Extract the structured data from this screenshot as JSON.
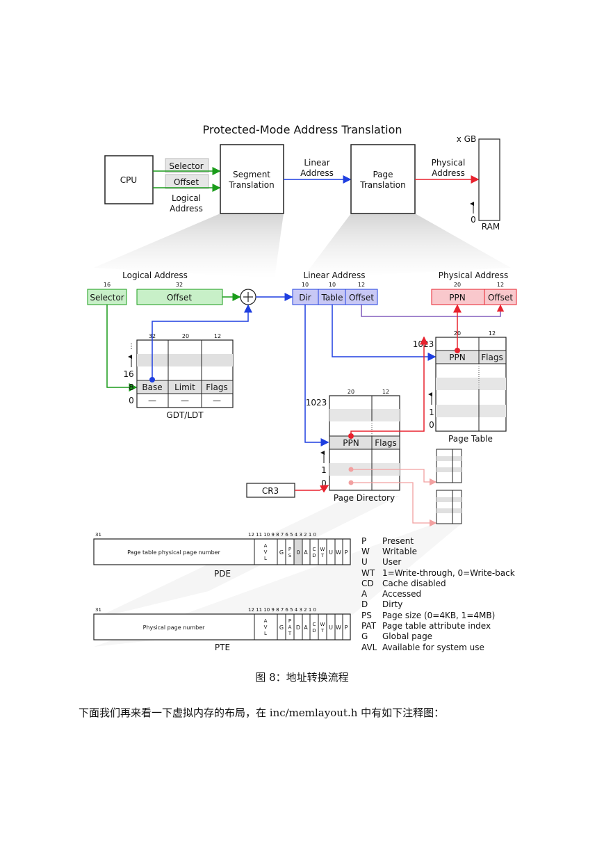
{
  "figure": {
    "title": "Protected-Mode Address Translation",
    "top": {
      "cpu": "CPU",
      "selector": "Selector",
      "offset": "Offset",
      "logical_address_line1": "Logical",
      "logical_address_line2": "Address",
      "segment_line1": "Segment",
      "segment_line2": "Translation",
      "linear_line1": "Linear",
      "linear_line2": "Address",
      "page_line1": "Page",
      "page_line2": "Translation",
      "physical_line1": "Physical",
      "physical_line2": "Address",
      "ram_size": "x GB",
      "ram_zero": "0",
      "ram": "RAM"
    },
    "logical": {
      "title": "Logical Address",
      "selector_bits": "16",
      "offset_bits": "32",
      "selector": "Selector",
      "offset": "Offset"
    },
    "linear": {
      "title": "Linear Address",
      "dir_bits": "10",
      "table_bits": "10",
      "offset_bits": "12",
      "dir": "Dir",
      "table": "Table",
      "offset": "Offset"
    },
    "physical": {
      "title": "Physical Address",
      "ppn_bits": "20",
      "offset_bits": "12",
      "ppn": "PPN",
      "offset": "Offset"
    },
    "gdt": {
      "bits": [
        "32",
        "20",
        "12"
      ],
      "base": "Base",
      "limit": "Limit",
      "flags": "Flags",
      "idx16": "16",
      "idx8": "8",
      "idx0": "0",
      "empty": "—",
      "label": "GDT/LDT"
    },
    "page_directory": {
      "bits": [
        "20",
        "12"
      ],
      "top_index": "1023",
      "ppn": "PPN",
      "flags": "Flags",
      "idx1": "1",
      "idx0": "0",
      "label": "Page Directory",
      "cr3": "CR3"
    },
    "page_table": {
      "bits": [
        "20",
        "12"
      ],
      "top_index": "1023",
      "ppn": "PPN",
      "flags": "Flags",
      "idx1": "1",
      "idx0": "0",
      "label": "Page Table"
    },
    "pde": {
      "bits_31": "31",
      "bits_right": "12 11 10 9 8 7 6 5 4 3 2 1 0",
      "field": "Page table physical page number",
      "avl": [
        "A",
        "V",
        "L"
      ],
      "g": "G",
      "ps": [
        "P",
        "S"
      ],
      "zero": "0",
      "a": "A",
      "cd": [
        "C",
        "D"
      ],
      "wt": [
        "W",
        "T"
      ],
      "u": "U",
      "w": "W",
      "p": "P",
      "label": "PDE"
    },
    "pte": {
      "bits_31": "31",
      "bits_right": "12 11 10 9 8 7 6 5 4 3 2 1 0",
      "field": "Physical page number",
      "avl": [
        "A",
        "V",
        "L"
      ],
      "g": "G",
      "pat": [
        "P",
        "A",
        "T"
      ],
      "d": "D",
      "a": "A",
      "cd": [
        "C",
        "D"
      ],
      "wt": [
        "W",
        "T"
      ],
      "u": "U",
      "w": "W",
      "p": "P",
      "label": "PTE"
    },
    "legend": [
      {
        "key": "P",
        "desc": "Present"
      },
      {
        "key": "W",
        "desc": "Writable"
      },
      {
        "key": "U",
        "desc": "User"
      },
      {
        "key": "WT",
        "desc": "1=Write-through, 0=Write-back"
      },
      {
        "key": "CD",
        "desc": "Cache disabled"
      },
      {
        "key": "A",
        "desc": "Accessed"
      },
      {
        "key": "D",
        "desc": "Dirty"
      },
      {
        "key": "PS",
        "desc": "Page size (0=4KB, 1=4MB)"
      },
      {
        "key": "PAT",
        "desc": "Page table attribute index"
      },
      {
        "key": "G",
        "desc": "Global page"
      },
      {
        "key": "AVL",
        "desc": "Available for system use"
      }
    ]
  },
  "caption": "图 8：地址转换流程",
  "body_text": "下面我们再来看一下虚拟内存的布局，在 inc/memlayout.h 中有如下注释图：",
  "colors": {
    "green": "#1a9c1a",
    "blue": "#1f3fe0",
    "red": "#e8222e",
    "light_red": "#f2a0a0",
    "green_fill": "#c8f0c8",
    "blue_fill": "#c8c8f5",
    "red_fill": "#f9c8cc",
    "grey_fill": "#e0e0e0"
  }
}
